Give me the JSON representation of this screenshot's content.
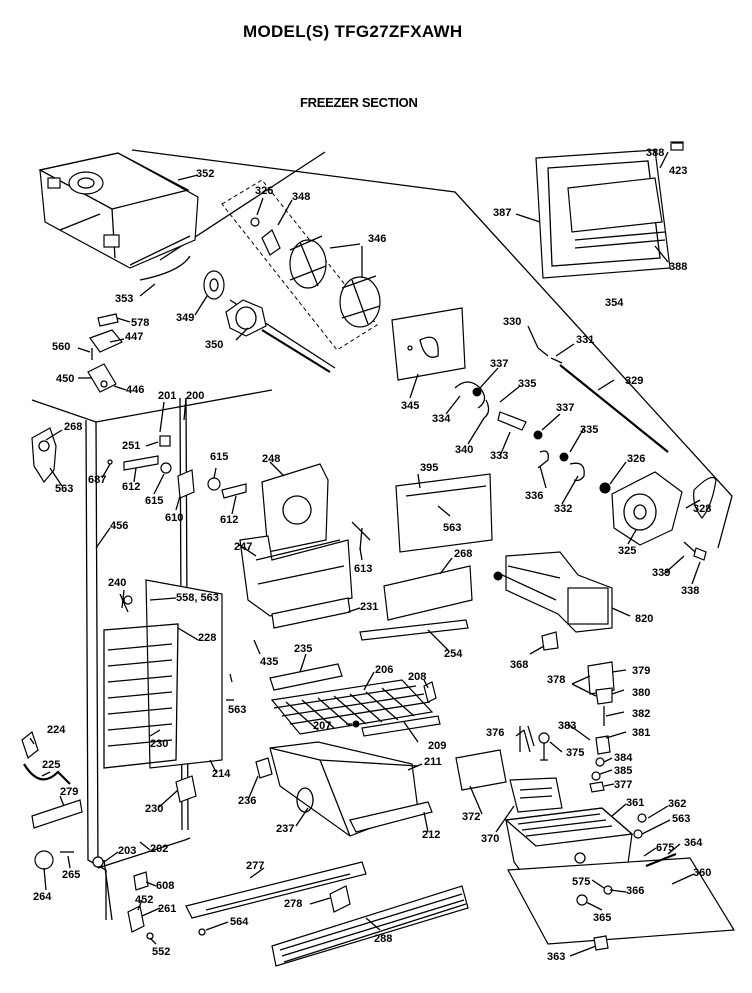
{
  "header": {
    "model": "MODEL(S) TFG27ZFXAWH",
    "section": "FREEZER SECTION"
  },
  "labels": {
    "l352": "352",
    "l326a": "326",
    "l348": "348",
    "l346": "346",
    "l387": "387",
    "l388a": "388",
    "l423": "423",
    "l388b": "388",
    "l353": "353",
    "l349": "349",
    "l350": "350",
    "l354": "354",
    "l578": "578",
    "l447": "447",
    "l560": "560",
    "l450": "450",
    "l446": "446",
    "l330": "330",
    "l331": "331",
    "l345": "345",
    "l337a": "337",
    "l335a": "335",
    "l329": "329",
    "l334": "334",
    "l340": "340",
    "l333": "333",
    "l337b": "337",
    "l335b": "335",
    "l201": "201",
    "l200": "200",
    "l268a": "268",
    "l251": "251",
    "l563a": "563",
    "l687": "687",
    "l612a": "612",
    "l615a": "615",
    "l615b": "615",
    "l610": "610",
    "l612b": "612",
    "l248": "248",
    "l395": "395",
    "l563b": "563",
    "l336": "336",
    "l332": "332",
    "l326b": "326",
    "l325": "325",
    "l328": "328",
    "l339": "339",
    "l338": "338",
    "l456": "456",
    "l247": "247",
    "l613": "613",
    "l268b": "268",
    "l240": "240",
    "l558": "558, 563",
    "l228": "228",
    "l231": "231",
    "l820": "820",
    "l254": "254",
    "l435": "435",
    "l235": "235",
    "l206": "206",
    "l208": "208",
    "l368": "368",
    "l378": "378",
    "l379": "379",
    "l380": "380",
    "l563c": "563",
    "l382": "382",
    "l381": "381",
    "l224": "224",
    "l230a": "230",
    "l207": "207",
    "l209": "209",
    "l376": "376",
    "l383": "383",
    "l375": "375",
    "l225": "225",
    "l214": "214",
    "l211": "211",
    "l384": "384",
    "l385": "385",
    "l377": "377",
    "l279": "279",
    "l230b": "230",
    "l236": "236",
    "l372": "372",
    "l361": "361",
    "l362": "362",
    "l563d": "563",
    "l237": "237",
    "l212": "212",
    "l370": "370",
    "l364": "364",
    "l203": "203",
    "l202": "202",
    "l675": "675",
    "l360": "360",
    "l264": "264",
    "l265": "265",
    "l277": "277",
    "l608": "608",
    "l575": "575",
    "l366": "366",
    "l452": "452",
    "l261": "261",
    "l278": "278",
    "l365": "365",
    "l564": "564",
    "l552": "552",
    "l288": "288",
    "l363": "363"
  }
}
